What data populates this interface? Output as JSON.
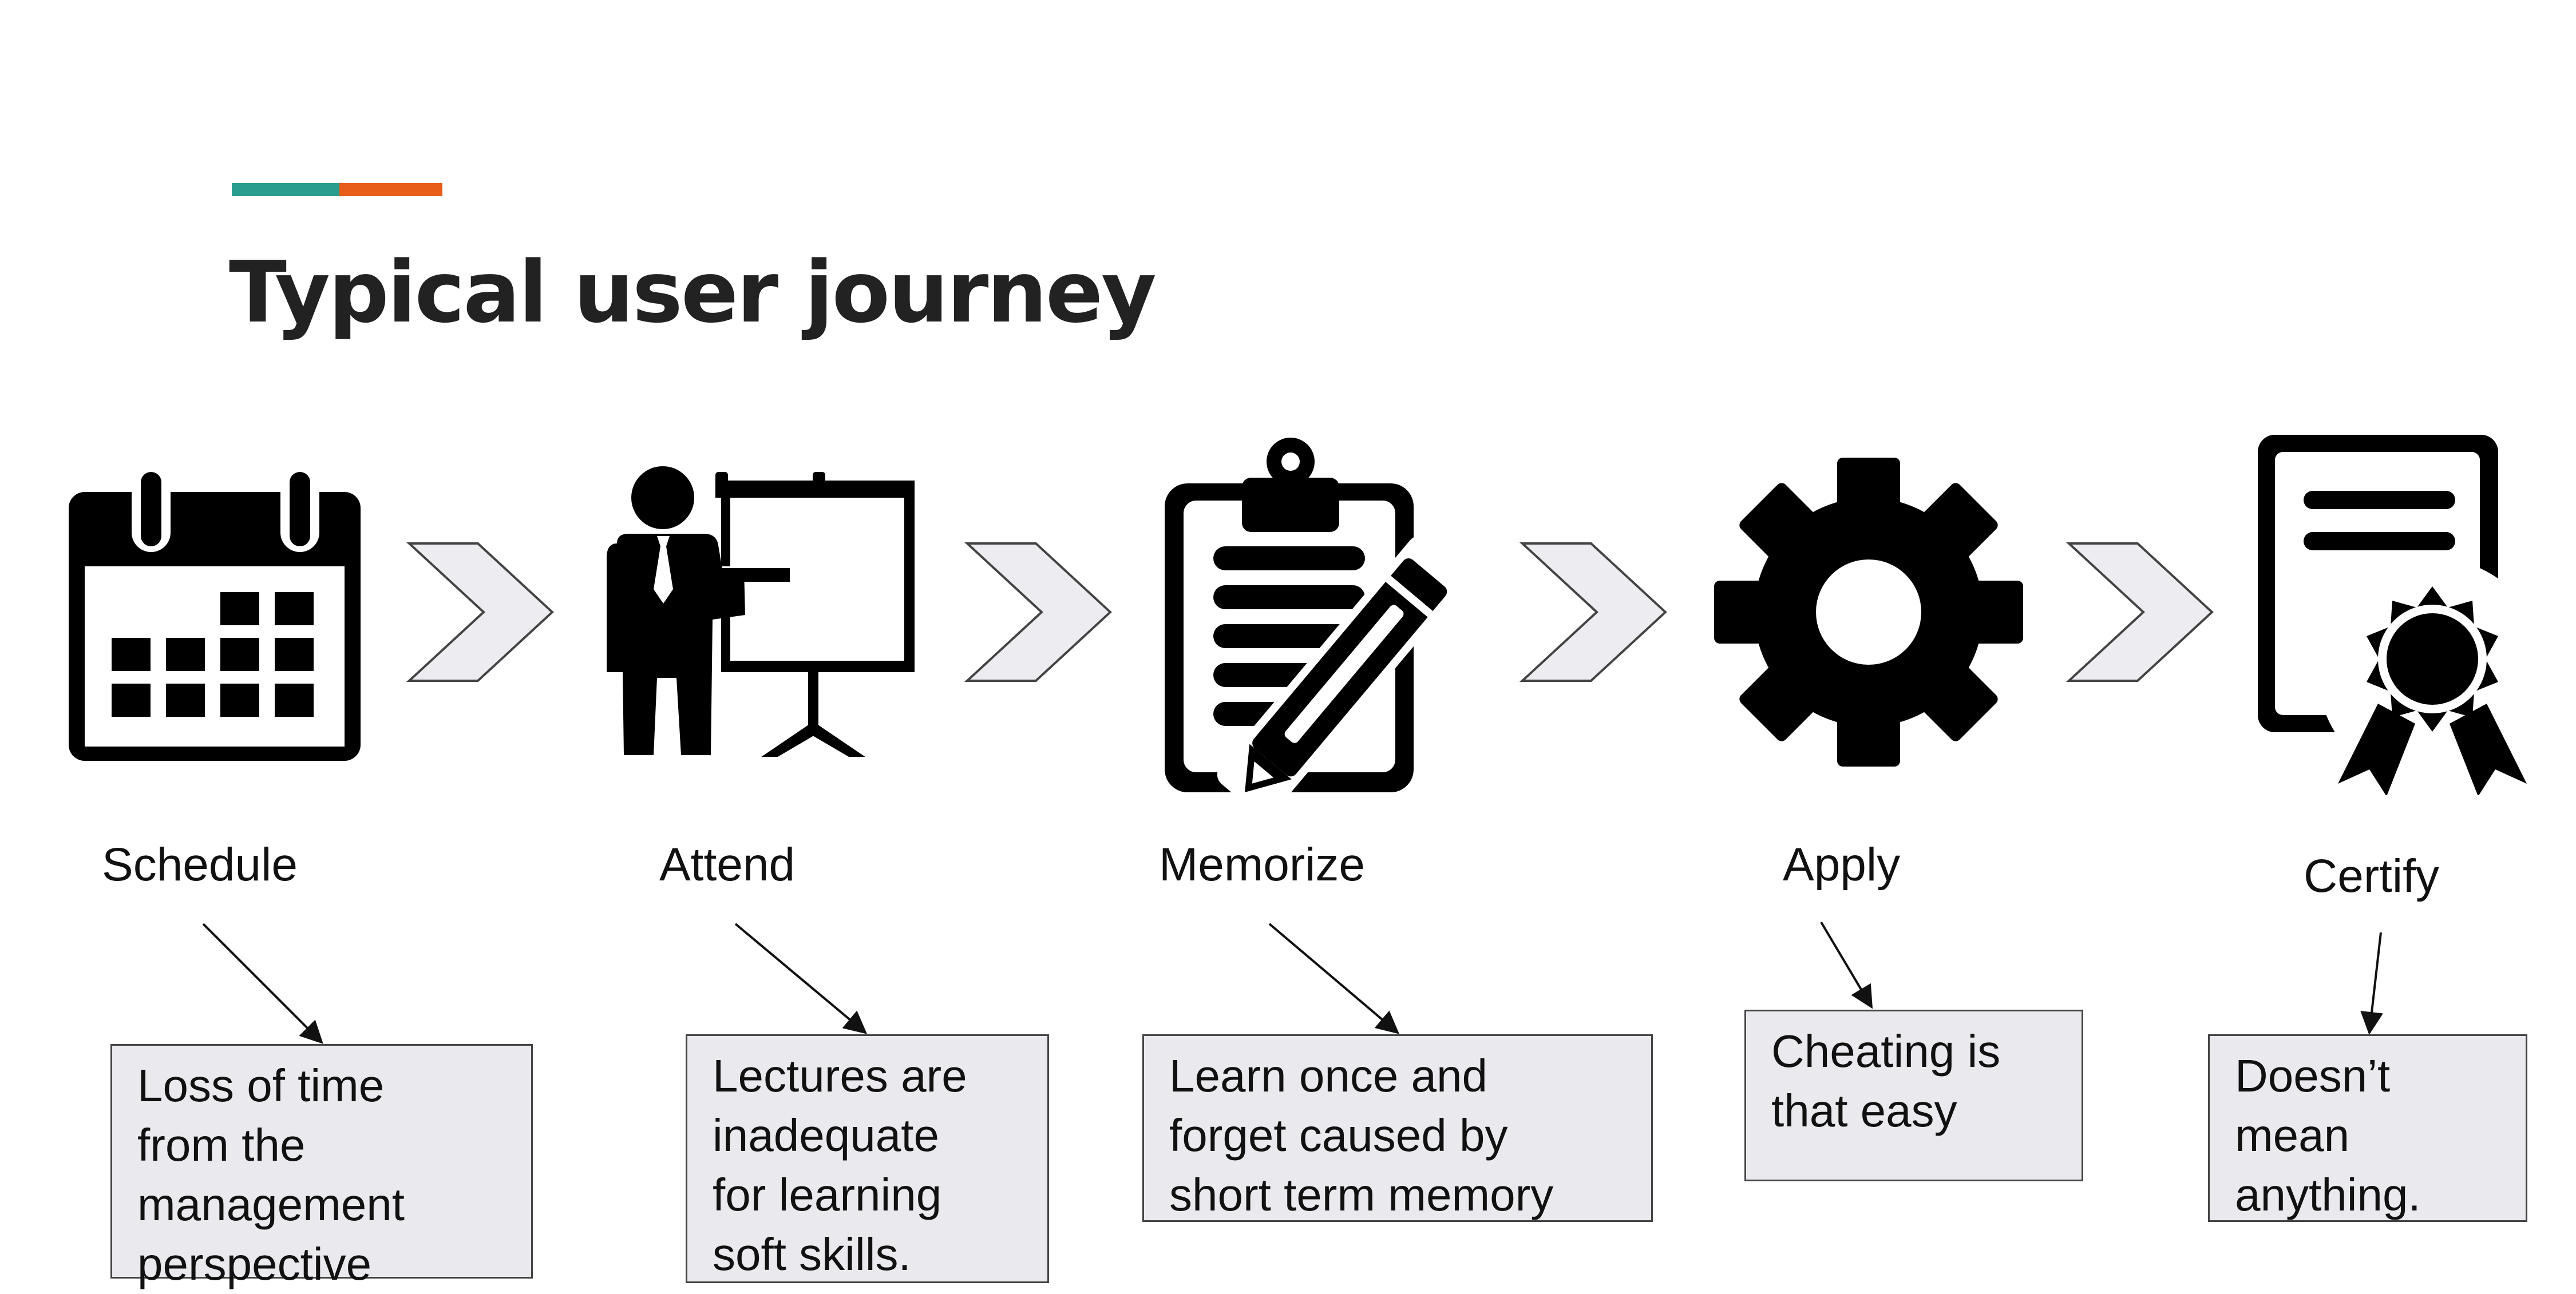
{
  "slide": {
    "title": "Typical user journey",
    "colors": {
      "accent_teal": "#2a9d8f",
      "accent_orange": "#e85d1a",
      "note_fill": "#e9e9ee",
      "chevron_fill": "#ececf1"
    }
  },
  "steps": [
    {
      "icon": "calendar-icon",
      "label": "Schedule",
      "note_lines": [
        "Loss of time",
        "from the",
        "management",
        "perspective"
      ]
    },
    {
      "icon": "presenter-icon",
      "label": "Attend",
      "note_lines": [
        "Lectures are",
        "inadequate",
        "for learning",
        "soft skills."
      ]
    },
    {
      "icon": "clipboard-pencil-icon",
      "label": "Memorize",
      "note_lines": [
        "Learn once and",
        "forget caused by",
        "short term memory"
      ]
    },
    {
      "icon": "gear-icon",
      "label": "Apply",
      "note_lines": [
        "Cheating is",
        "that easy"
      ]
    },
    {
      "icon": "certificate-icon",
      "label": "Certify",
      "note_lines": [
        "Doesn’t",
        "mean",
        "anything."
      ]
    }
  ]
}
